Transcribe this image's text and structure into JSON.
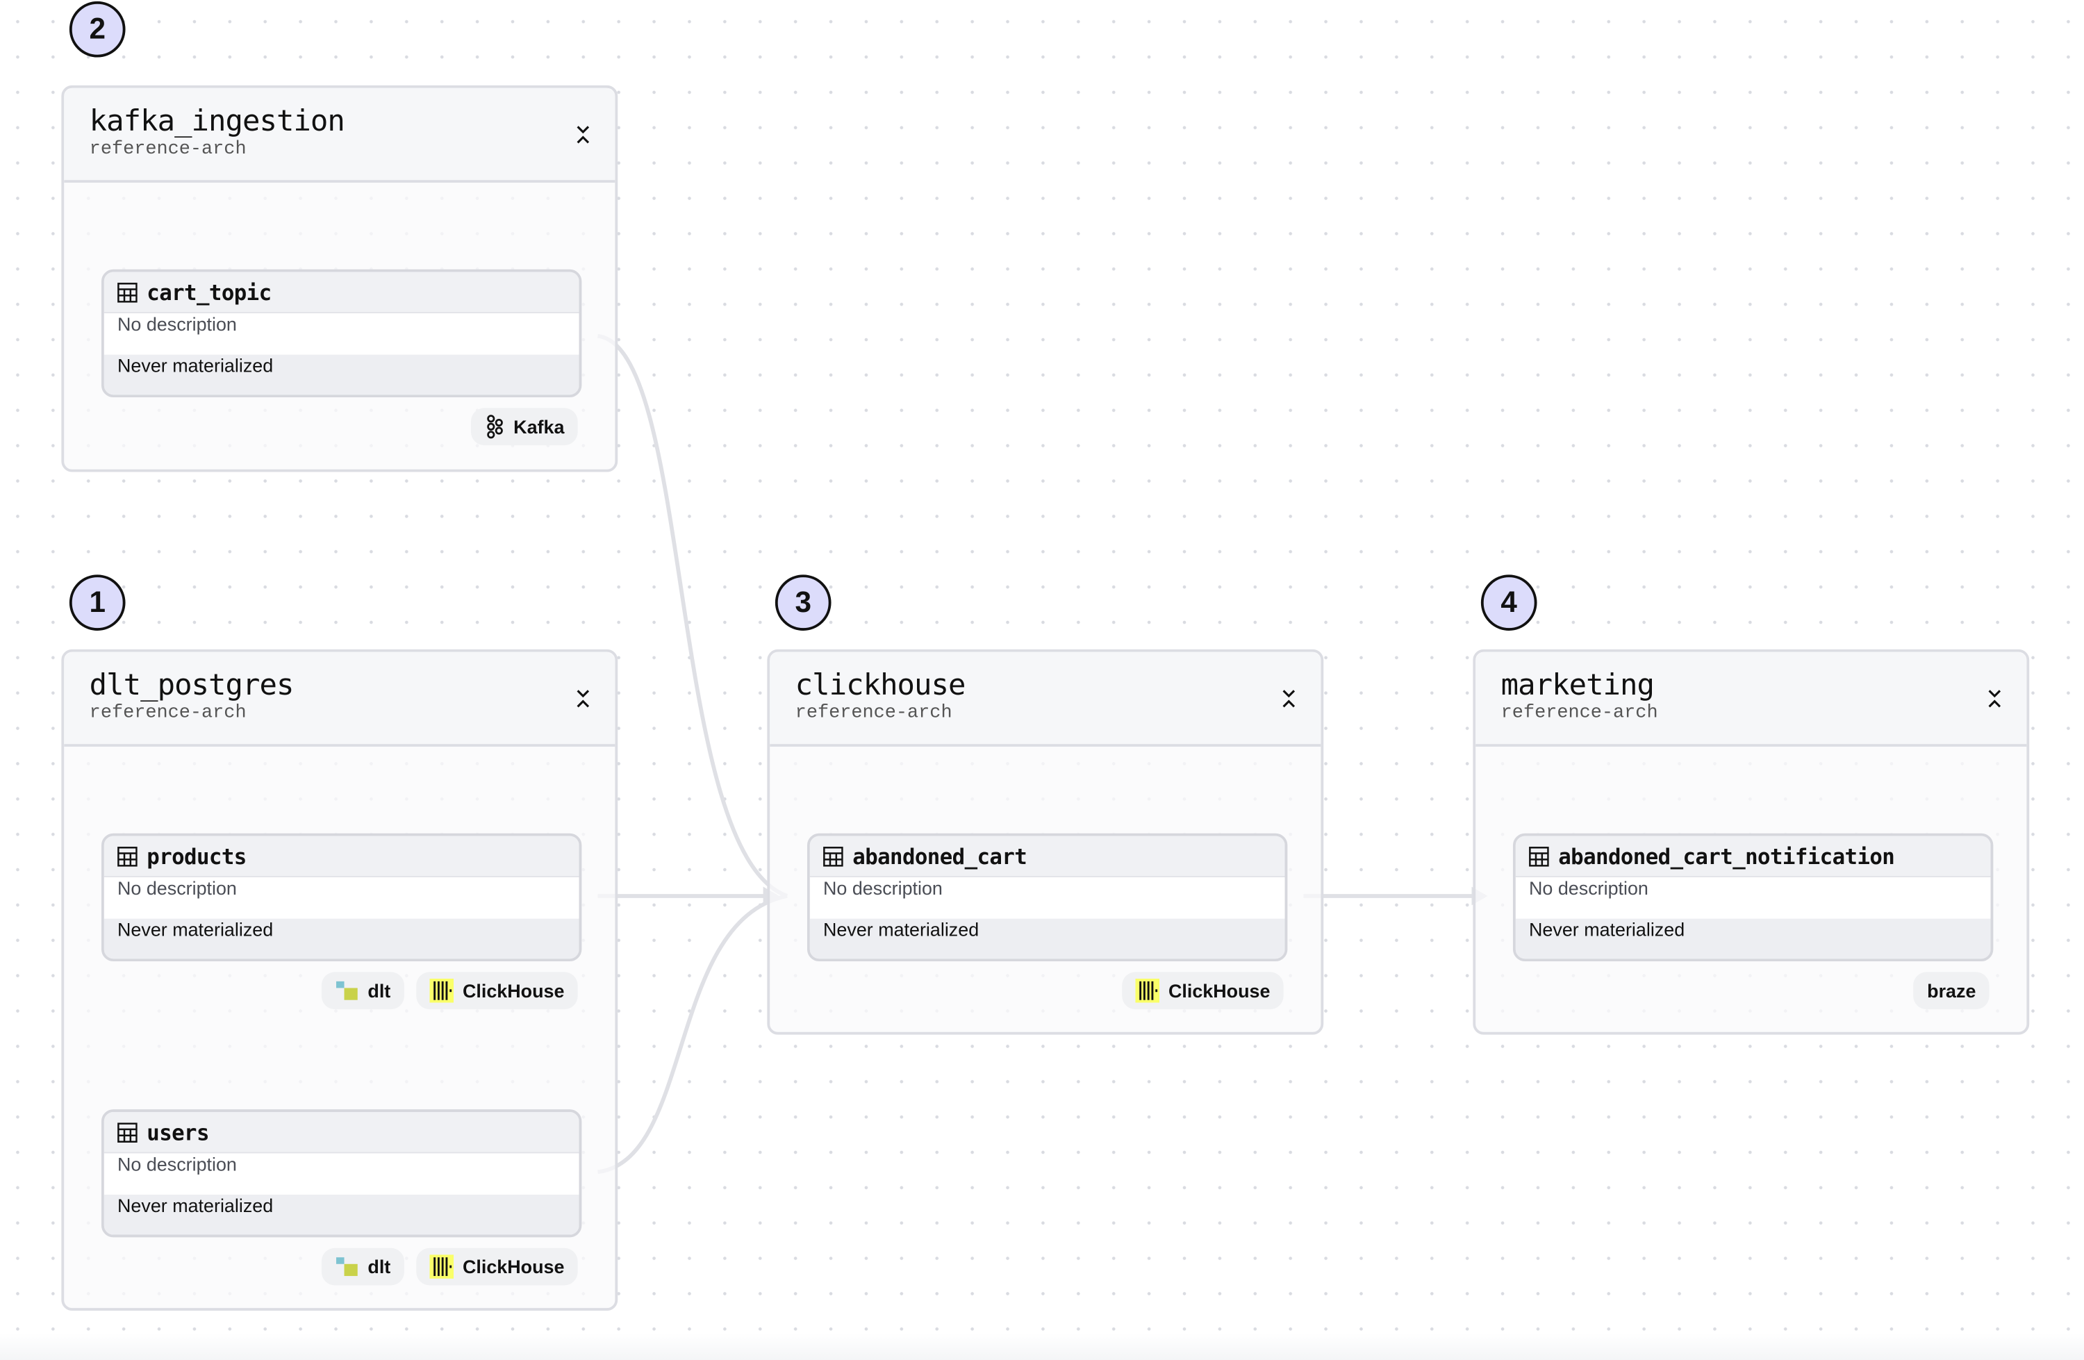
{
  "steps": [
    "2",
    "1",
    "3",
    "4"
  ],
  "groups": [
    {
      "title": "kafka_ingestion",
      "subtitle": "reference-arch",
      "assets": [
        {
          "name": "cart_topic",
          "description": "No description",
          "status": "Never materialized",
          "tags": [
            {
              "label": "Kafka",
              "icon": "kafka-icon"
            }
          ]
        }
      ]
    },
    {
      "title": "dlt_postgres",
      "subtitle": "reference-arch",
      "assets": [
        {
          "name": "products",
          "description": "No description",
          "status": "Never materialized",
          "tags": [
            {
              "label": "dlt",
              "icon": "dlt-icon"
            },
            {
              "label": "ClickHouse",
              "icon": "clickhouse-icon"
            }
          ]
        },
        {
          "name": "users",
          "description": "No description",
          "status": "Never materialized",
          "tags": [
            {
              "label": "dlt",
              "icon": "dlt-icon"
            },
            {
              "label": "ClickHouse",
              "icon": "clickhouse-icon"
            }
          ]
        }
      ]
    },
    {
      "title": "clickhouse",
      "subtitle": "reference-arch",
      "assets": [
        {
          "name": "abandoned_cart",
          "description": "No description",
          "status": "Never materialized",
          "tags": [
            {
              "label": "ClickHouse",
              "icon": "clickhouse-icon"
            }
          ]
        }
      ]
    },
    {
      "title": "marketing",
      "subtitle": "reference-arch",
      "assets": [
        {
          "name": "abandoned_cart_notification",
          "description": "No description",
          "status": "Never materialized",
          "tags": [
            {
              "label": "braze",
              "icon": ""
            }
          ]
        }
      ]
    }
  ],
  "edges": [
    {
      "from": "cart_topic",
      "to": "abandoned_cart"
    },
    {
      "from": "products",
      "to": "abandoned_cart"
    },
    {
      "from": "users",
      "to": "abandoned_cart"
    },
    {
      "from": "abandoned_cart",
      "to": "abandoned_cart_notification"
    }
  ],
  "colors": {
    "step_fill": "#dcdcfb",
    "edge": "#dfe0e5",
    "clickhouse_yellow": "#faff69",
    "dlt_teal": "#7ec3d1",
    "dlt_olive": "#c9d24a"
  }
}
